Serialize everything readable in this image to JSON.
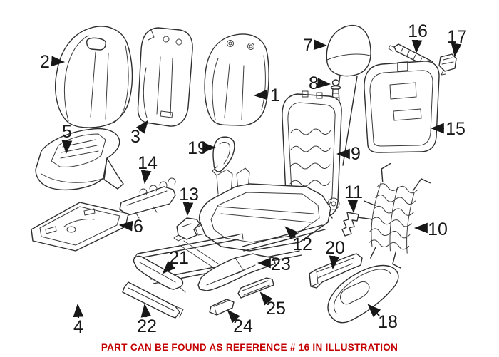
{
  "caption": {
    "text": "PART CAN BE FOUND AS REFERENCE # 16 IN ILLUSTRATION",
    "color": "#c40000"
  },
  "labels": [
    {
      "text": "1"
    },
    {
      "text": "2"
    },
    {
      "text": "3"
    },
    {
      "text": "4"
    },
    {
      "text": "5"
    },
    {
      "text": "6"
    },
    {
      "text": "7"
    },
    {
      "text": "8"
    },
    {
      "text": "9"
    },
    {
      "text": "10"
    },
    {
      "text": "11"
    },
    {
      "text": "12"
    },
    {
      "text": "13"
    },
    {
      "text": "14"
    },
    {
      "text": "15"
    },
    {
      "text": "16"
    },
    {
      "text": "17"
    },
    {
      "text": "18"
    },
    {
      "text": "19"
    },
    {
      "text": "20"
    },
    {
      "text": "21"
    },
    {
      "text": "22"
    },
    {
      "text": "23"
    },
    {
      "text": "24"
    },
    {
      "text": "25"
    }
  ],
  "line_color": "#2e2e2e"
}
